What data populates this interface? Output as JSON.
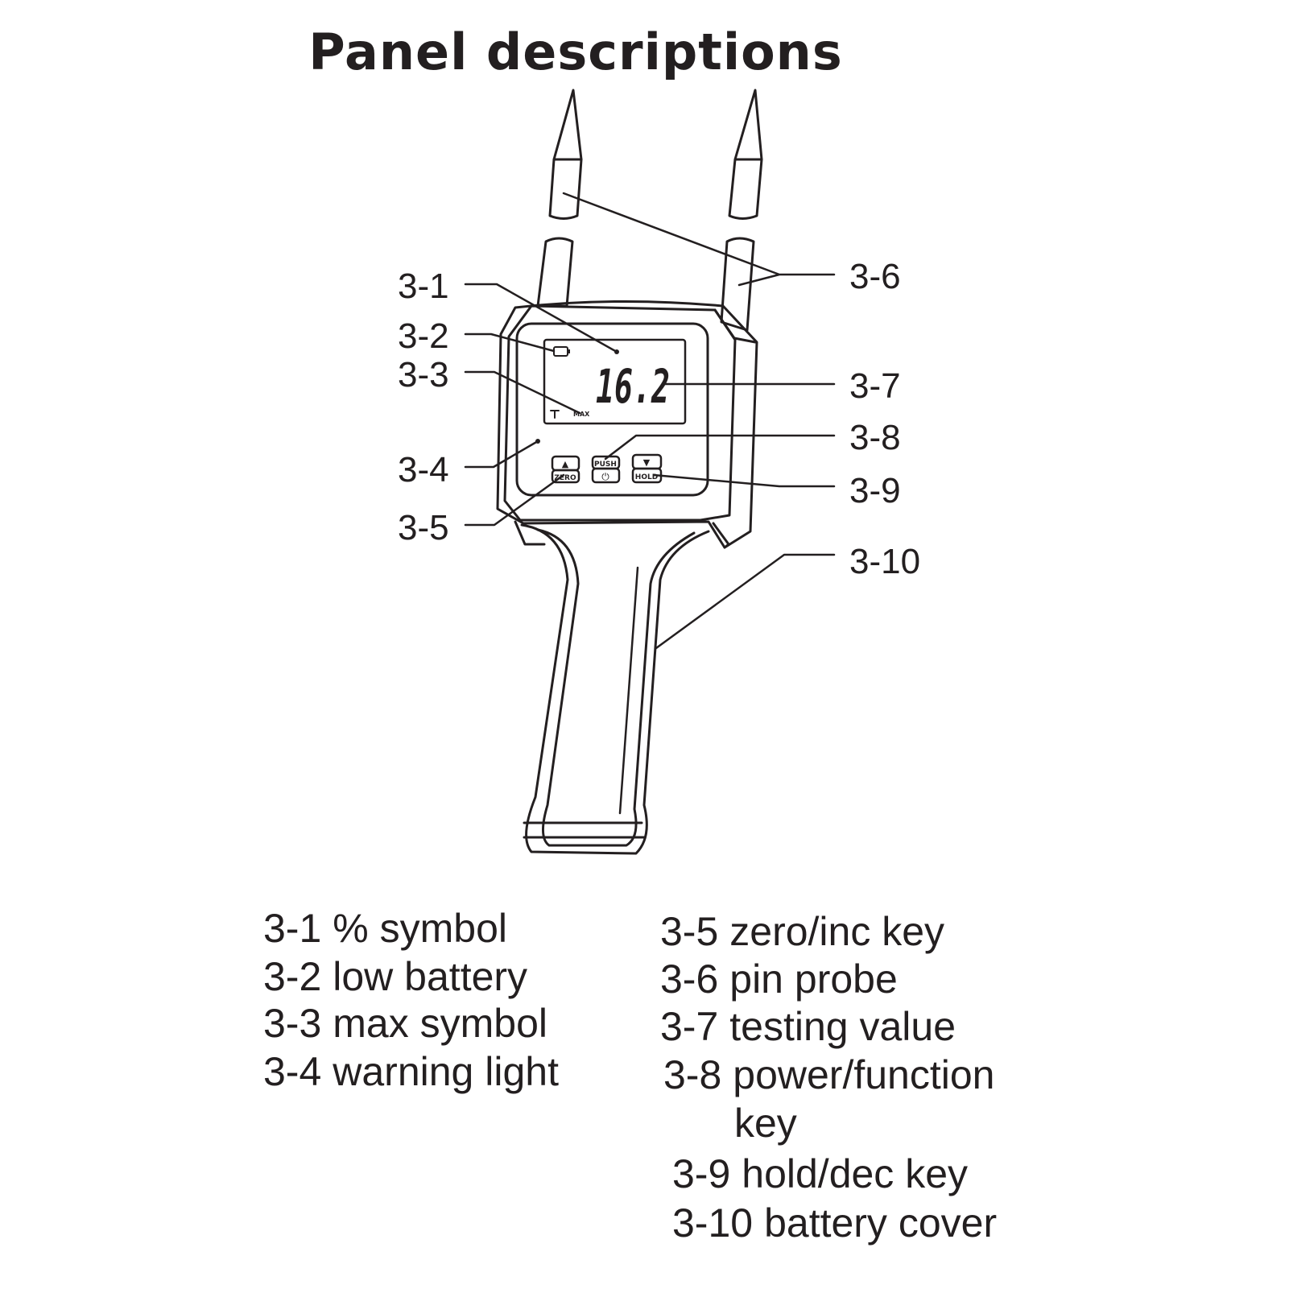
{
  "title": "Panel descriptions",
  "display": {
    "reading": "16.2",
    "max_tag": "MAX",
    "push_label": "PUSH",
    "zero_label": "ZERO",
    "hold_label": "HOLD",
    "power_symbol": "⏻",
    "up_arrow": "▲",
    "down_arrow": "▼"
  },
  "callouts": [
    "3-1",
    "3-2",
    "3-3",
    "3-4",
    "3-5",
    "3-6",
    "3-7",
    "3-8",
    "3-9",
    "3-10"
  ],
  "legend_left": [
    {
      "num": "3-1",
      "text": "% symbol"
    },
    {
      "num": "3-2",
      "text": "low battery"
    },
    {
      "num": "3-3",
      "text": "max symbol"
    },
    {
      "num": "3-4",
      "text": "warning light"
    }
  ],
  "legend_right": [
    {
      "num": "3-5",
      "text": "zero/inc key"
    },
    {
      "num": "3-6",
      "text": "pin probe"
    },
    {
      "num": "3-7",
      "text": "testing value"
    },
    {
      "num": "3-8",
      "text": "power/function",
      "text2": "key"
    },
    {
      "num": "3-9",
      "text": "hold/dec key"
    },
    {
      "num": "3-10",
      "text": "battery cover"
    }
  ],
  "colors": {
    "ink": "#231f20",
    "background": "#ffffff"
  }
}
